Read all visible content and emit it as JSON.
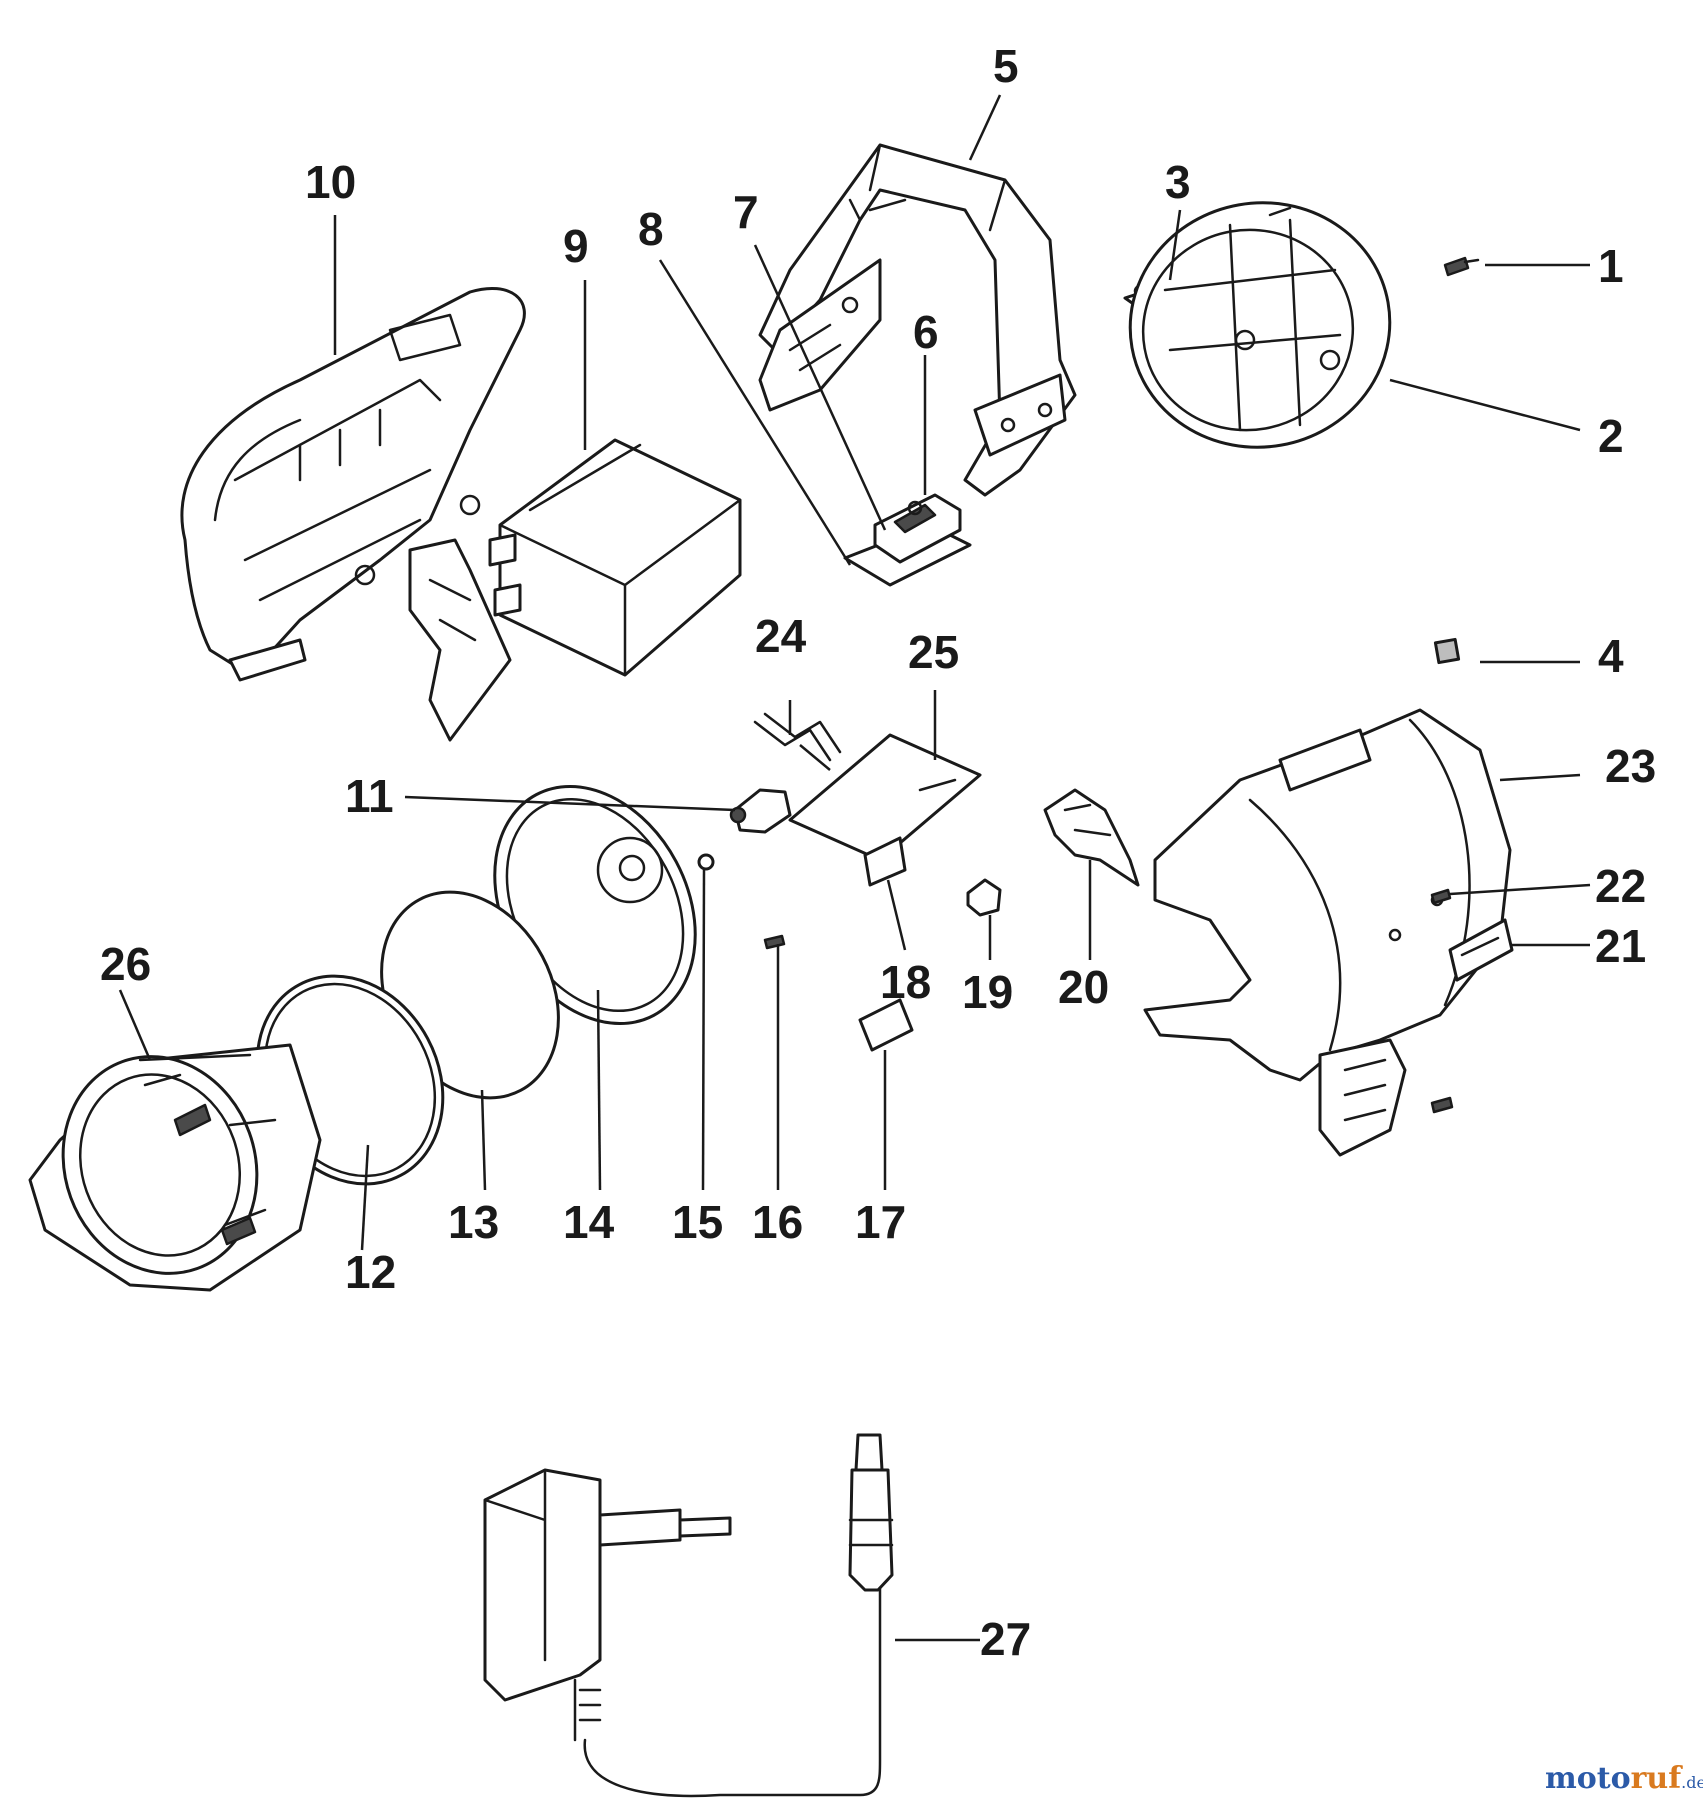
{
  "callouts": {
    "c1": "1",
    "c2": "2",
    "c3": "3",
    "c4": "4",
    "c5": "5",
    "c6": "6",
    "c7": "7",
    "c8": "8",
    "c9": "9",
    "c10": "10",
    "c11": "11",
    "c12": "12",
    "c13": "13",
    "c14": "14",
    "c15": "15",
    "c16": "16",
    "c17": "17",
    "c18": "18",
    "c19": "19",
    "c20": "20",
    "c21": "21",
    "c22": "22",
    "c23": "23",
    "c24": "24",
    "c25": "25",
    "c26": "26",
    "c27": "27"
  },
  "watermark": {
    "part_a": "moto",
    "part_b": "ruf",
    "suffix": ".de"
  }
}
